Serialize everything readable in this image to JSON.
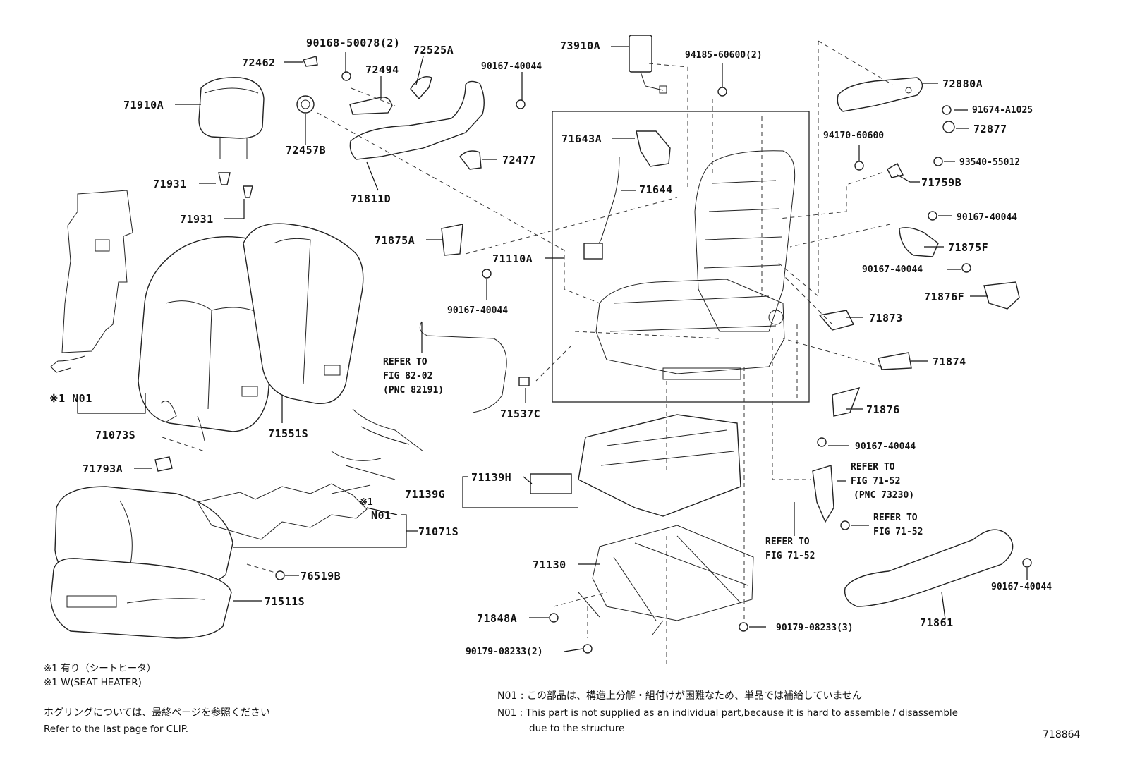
{
  "diagram_id": "718864",
  "parts": [
    {
      "id": "p1",
      "label": "90168-50078(2)"
    },
    {
      "id": "p2",
      "label": "72525A"
    },
    {
      "id": "p3",
      "label": "72462"
    },
    {
      "id": "p4",
      "label": "72494"
    },
    {
      "id": "p5",
      "label": "90167-40044"
    },
    {
      "id": "p6",
      "label": "73910A"
    },
    {
      "id": "p7",
      "label": "94185-60600(2)"
    },
    {
      "id": "p8",
      "label": "72880A"
    },
    {
      "id": "p9",
      "label": "91674-A1025"
    },
    {
      "id": "p10",
      "label": "72877"
    },
    {
      "id": "p11",
      "label": "71910A"
    },
    {
      "id": "p12",
      "label": "72457B"
    },
    {
      "id": "p13",
      "label": "72477"
    },
    {
      "id": "p14",
      "label": "71643A"
    },
    {
      "id": "p15",
      "label": "94170-60600"
    },
    {
      "id": "p16",
      "label": "93540-55012"
    },
    {
      "id": "p17",
      "label": "71759B"
    },
    {
      "id": "p18",
      "label": "71931"
    },
    {
      "id": "p19",
      "label": "71811D"
    },
    {
      "id": "p20",
      "label": "71644"
    },
    {
      "id": "p21",
      "label": "71931"
    },
    {
      "id": "p22",
      "label": "90167-40044"
    },
    {
      "id": "p23",
      "label": "71875A"
    },
    {
      "id": "p24",
      "label": "71875F"
    },
    {
      "id": "p25",
      "label": "71110A"
    },
    {
      "id": "p26",
      "label": "90167-40044"
    },
    {
      "id": "p27",
      "label": "71876F"
    },
    {
      "id": "p28",
      "label": "90167-40044"
    },
    {
      "id": "p29",
      "label": "71873"
    },
    {
      "id": "p30",
      "label": "71874"
    },
    {
      "id": "p31",
      "label": "※1 N01"
    },
    {
      "id": "p32",
      "label": "71073S"
    },
    {
      "id": "p33",
      "label": "71551S"
    },
    {
      "id": "p34",
      "label": "71537C"
    },
    {
      "id": "p35",
      "label": "71876"
    },
    {
      "id": "p36",
      "label": "90167-40044"
    },
    {
      "id": "p37",
      "label": "71793A"
    },
    {
      "id": "p38",
      "label": "71139H"
    },
    {
      "id": "p39",
      "label": "71139G"
    },
    {
      "id": "p40",
      "label": "※1"
    },
    {
      "id": "p41",
      "label": "N01"
    },
    {
      "id": "p42",
      "label": "71071S"
    },
    {
      "id": "p43",
      "label": "71130"
    },
    {
      "id": "p44",
      "label": "76519B"
    },
    {
      "id": "p45",
      "label": "71511S"
    },
    {
      "id": "p46",
      "label": "71848A"
    },
    {
      "id": "p47",
      "label": "90179-08233(3)"
    },
    {
      "id": "p48",
      "label": "90179-08233(2)"
    },
    {
      "id": "p49",
      "label": "71861"
    },
    {
      "id": "p50",
      "label": "90167-40044"
    }
  ],
  "refs": [
    {
      "id": "r1",
      "lines": [
        "REFER TO",
        "FIG 82-02",
        "(PNC 82191)"
      ]
    },
    {
      "id": "r2",
      "lines": [
        "REFER TO",
        "FIG 71-52",
        "(PNC 73230)"
      ]
    },
    {
      "id": "r3",
      "lines": [
        "REFER TO",
        "FIG 71-52"
      ]
    },
    {
      "id": "r4",
      "lines": [
        "REFER TO",
        "FIG 71-52"
      ]
    }
  ],
  "footnotes": {
    "mark_jp": "※1  有り（シートヒータ）",
    "mark_en": "※1  W(SEAT HEATER)",
    "clip_jp": "ホグリングについては、最終ページを参照ください",
    "clip_en": "Refer to the last page for CLIP.",
    "n01_jp": "N01 : この部品は、構造上分解・組付けが困難なため、単品では補給していません",
    "n01_en_1": "N01 : This part is not supplied as an individual part,because it is hard to assemble / disassemble",
    "n01_en_2": "due to the structure"
  }
}
